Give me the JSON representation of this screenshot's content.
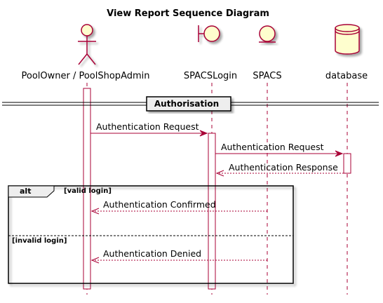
{
  "diagram": {
    "title": "View Report Sequence Diagram",
    "participants": [
      {
        "id": "owner",
        "label": "PoolOwner / PoolShopAdmin",
        "kind": "actor"
      },
      {
        "id": "login",
        "label": "SPACSLogin",
        "kind": "boundary"
      },
      {
        "id": "spacs",
        "label": "SPACS",
        "kind": "entity"
      },
      {
        "id": "db",
        "label": "database",
        "kind": "database"
      }
    ],
    "separator": "Authorisation",
    "messages": [
      {
        "from": "owner",
        "to": "login",
        "label": "Authentication Request",
        "style": "solid"
      },
      {
        "from": "login",
        "to": "db",
        "label": "Authentication Request",
        "style": "solid"
      },
      {
        "from": "db",
        "to": "login",
        "label": "Authentication Response",
        "style": "dashed"
      },
      {
        "from": "spacs",
        "to": "owner",
        "label": "Authentication Confirmed",
        "style": "dashed"
      },
      {
        "from": "spacs",
        "to": "owner",
        "label": "Authentication Denied",
        "style": "dashed"
      }
    ],
    "alt": {
      "keyword": "alt",
      "guard1": "[valid login]",
      "guard2": "[invalid login]"
    },
    "colors": {
      "border": "#A80036",
      "fill": "#FEFECE"
    }
  }
}
